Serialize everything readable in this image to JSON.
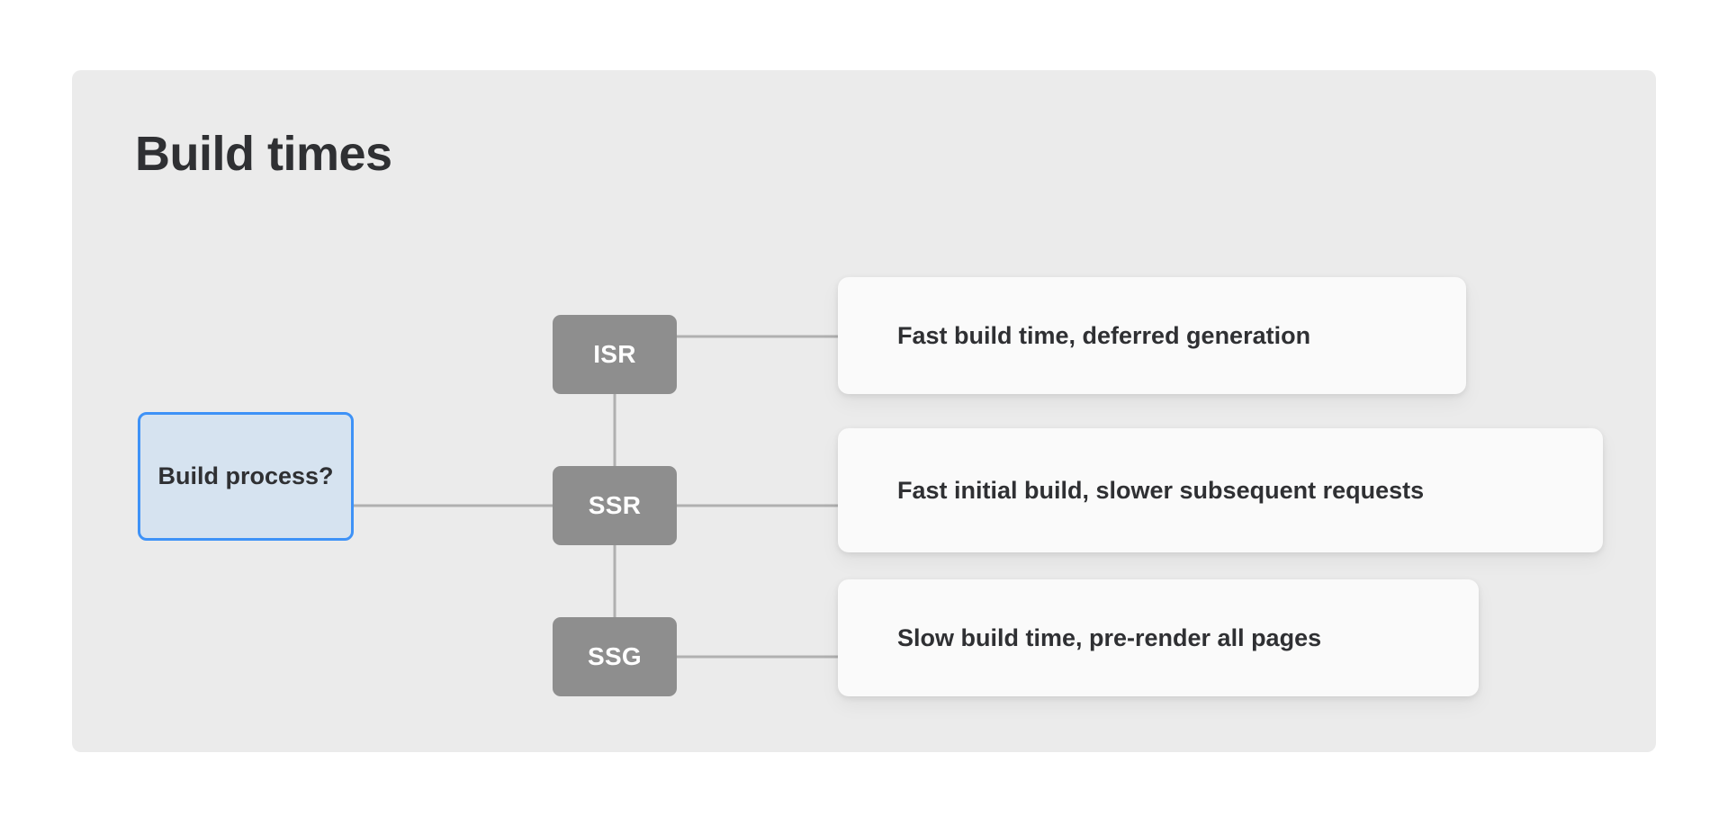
{
  "page": {
    "background": "#ffffff"
  },
  "panel": {
    "title": "Build times",
    "background": "#ebebeb"
  },
  "colors": {
    "panel_bg": "#ebebeb",
    "page_bg": "#ffffff",
    "title_text": "#2f3033",
    "root_node_fill": "#d6e3f0",
    "root_node_border": "#3e92f7",
    "strategy_node_fill": "#8e8e8e",
    "strategy_node_text": "#ffffff",
    "card_fill": "#fafafa",
    "card_text": "#2f3033",
    "edge_stroke": "#b0b0b0"
  },
  "diagram": {
    "type": "flowchart",
    "root": {
      "label": "Build process?"
    },
    "branches": [
      {
        "node": "ISR",
        "outcome": "Fast build time, deferred generation"
      },
      {
        "node": "SSR",
        "outcome": "Fast initial build, slower subsequent requests"
      },
      {
        "node": "SSG",
        "outcome": "Slow build time, pre-render all pages"
      }
    ]
  }
}
